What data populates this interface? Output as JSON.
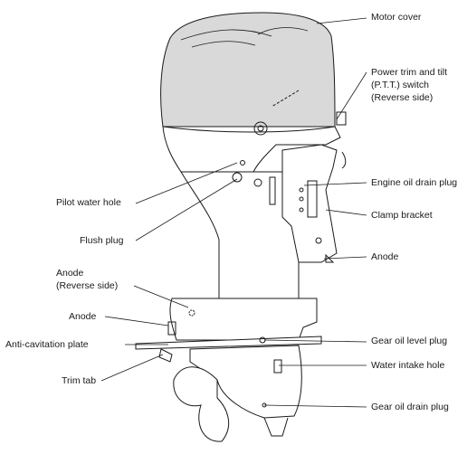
{
  "labels": {
    "motor_cover": "Motor cover",
    "ptt_line1": "Power trim and tilt",
    "ptt_line2": "(P.T.T.) switch",
    "ptt_line3": "(Reverse side)",
    "engine_oil_drain_plug": "Engine oil drain plug",
    "clamp_bracket": "Clamp bracket",
    "anode_right": "Anode",
    "pilot_water_hole": "Pilot water hole",
    "flush_plug": "Flush plug",
    "anode_reverse_line1": "Anode",
    "anode_reverse_line2": "(Reverse side)",
    "anode_left": "Anode",
    "anti_cavitation_plate": "Anti-cavitation plate",
    "trim_tab": "Trim tab",
    "gear_oil_level_plug": "Gear oil level plug",
    "water_intake_hole": "Water intake hole",
    "gear_oil_drain_plug": "Gear oil drain plug"
  },
  "colors": {
    "line": "#1a1a1a",
    "cover_fill": "#d9d9d9",
    "body_fill": "#ffffff"
  }
}
